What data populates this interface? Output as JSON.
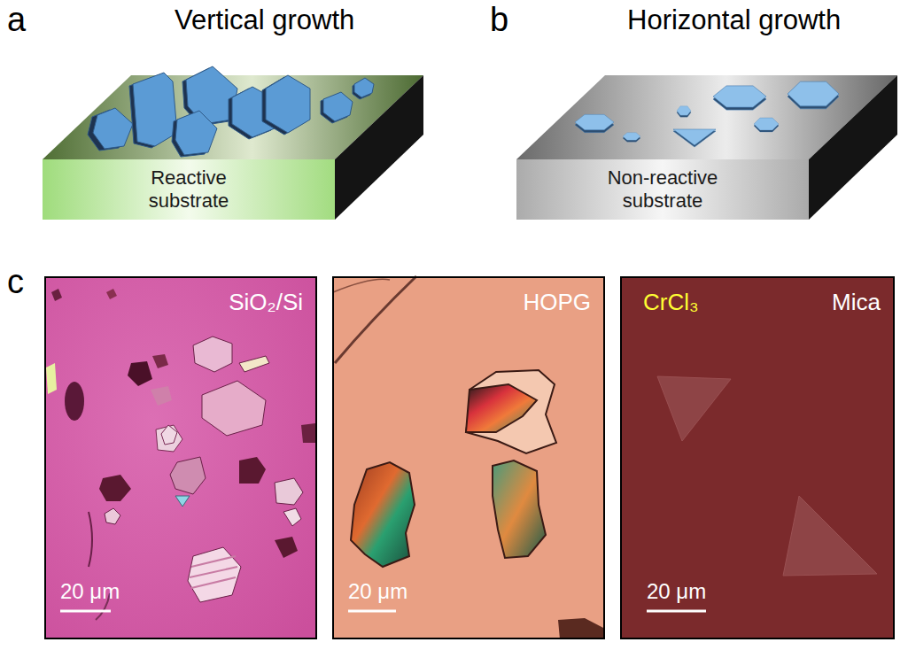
{
  "diagram": {
    "nodes": [
      {
        "text": [
          "Reactive substrate"
        ]
      },
      {
        "text": [
          "Non-reactive substrate"
        ]
      },
      {
        "text": [
          "SiO₂/Si",
          "20 μm"
        ]
      },
      {
        "text": [
          "HOPG",
          "20 μm"
        ]
      },
      {
        "text": [
          "CrCl₃",
          "Mica",
          "20 μm"
        ]
      }
    ],
    "labels": [
      "a",
      "Vertical growth",
      "b",
      "Horizontal growth",
      "c"
    ]
  }
}
